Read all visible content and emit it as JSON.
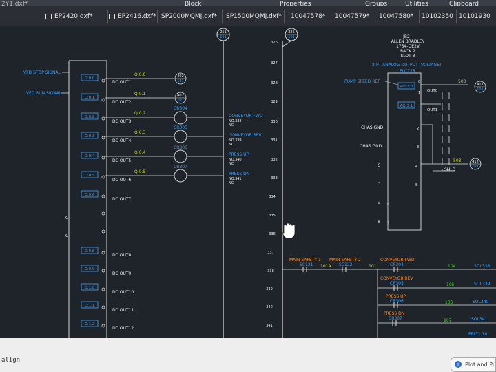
{
  "ribbon": {
    "block": "Block",
    "properties": "Properties",
    "groups": "Groups",
    "utilities": "Utilities",
    "clipboard": "Clipboard",
    "left_stub": "2Y1.dxf*"
  },
  "tabs": [
    "EP2420.dxf*",
    "EP2416.dxf*",
    "SP2000MQMJ.dxf*",
    "SP1500MQMJ.dxf*",
    "10047578*",
    "10047579*",
    "10047580*",
    "10102350",
    "10101930"
  ],
  "top_circles": [
    {
      "top": "251",
      "bottom": "101"
    },
    {
      "top": "325",
      "bottom": "101"
    }
  ],
  "line_numbers": [
    "326",
    "327",
    "328",
    "329",
    "330",
    "331",
    "332",
    "333",
    "334",
    "335",
    "336",
    "337",
    "338",
    "339",
    "340",
    "341"
  ],
  "vfd": {
    "stop": "VFD STOP SIGNAL",
    "run": "VFD RUN SIGNAL"
  },
  "outputs": [
    {
      "addr": "O:0.0",
      "label": "DC OUT1",
      "q": "Q:0.0"
    },
    {
      "addr": "O:0.1",
      "label": "DC OUT2",
      "q": "Q:0.1"
    },
    {
      "addr": "O:0.2",
      "label": "DC OUT3",
      "q": "Q:0.2",
      "cr": "CR304",
      "fn": "CONVEYOR FWD",
      "no": "NO.338",
      "nc": "NC"
    },
    {
      "addr": "O:0.3",
      "label": "DC OUT4",
      "q": "Q:0.3",
      "cr": "CR305",
      "fn": "CONVEYOR REV",
      "no": "NO.339",
      "nc": "NC"
    },
    {
      "addr": "O:0.4",
      "label": "DC OUT5",
      "q": "Q:0.4",
      "cr": "CR306",
      "fn": "PRESS UP",
      "no": "NO.340",
      "nc": "NC"
    },
    {
      "addr": "O:0.5",
      "label": "DC OUT6",
      "q": "Q:0.5",
      "cr": "CR307",
      "fn": "PRESS DN",
      "no": "NO.341",
      "nc": "NC"
    },
    {
      "addr": "O:0.6",
      "label": "DC OUT7"
    },
    {
      "addr": "O:0.8",
      "label": "DC OUT8"
    },
    {
      "addr": "O:0.9",
      "label": "DC OUT9"
    },
    {
      "addr": "O:1.0",
      "label": "DC OUT10"
    },
    {
      "addr": "O:1.1",
      "label": "DC OUT11"
    },
    {
      "addr": "O:1.2",
      "label": "DC OUT12"
    }
  ],
  "refs": [
    {
      "top": "402",
      "bottom": "101"
    },
    {
      "top": "402",
      "bottom": "101"
    },
    {
      "top": "411",
      "bottom": "101"
    },
    {
      "top": "412",
      "bottom": "101"
    }
  ],
  "plc": {
    "head": [
      "JB2",
      "ALLEN BRADLEY",
      "1734-OE2V",
      "RACK 2",
      "SLOT 3"
    ],
    "title": "2-PT ANALOG OUTPUT (VOLTAGE)",
    "tag": "PLC728",
    "pump": "PUMP SPEED REF",
    "ao0": "AO:3:0",
    "ao1": "AO:3:1",
    "out0": "OUT0",
    "out1": "OUT1",
    "chas": "CHAS GND",
    "c": "C",
    "v": "V",
    "pins": [
      "0",
      "1",
      "2",
      "3",
      "4",
      "5",
      "6",
      "7"
    ],
    "w500": "500",
    "w503": "503",
    "shld": "SHLD"
  },
  "ladder": {
    "safety1": "MAIN SAFETY 1",
    "sc121": "SC121",
    "w101a": "101A",
    "safety2": "MAIN SAFETY 2",
    "sc122": "SC122",
    "w101": "101",
    "rungs": [
      {
        "fn": "CONVEYOR FWD",
        "cr": "CR304",
        "wire": "104",
        "sol": "SOL338"
      },
      {
        "fn": "CONVEYOR REV",
        "cr": "CR305",
        "wire": "105",
        "sol": "SOL339"
      },
      {
        "fn": "PRESS UP",
        "cr": "CR306",
        "wire": "106",
        "sol": "SOL340"
      },
      {
        "fn": "PRESS DN",
        "cr": "CR307",
        "wire": "107",
        "sol": "SOL341"
      }
    ],
    "pb": "PBLT1 18"
  },
  "c_left": "C",
  "command": "align",
  "plot_label": "Plot and Publish"
}
